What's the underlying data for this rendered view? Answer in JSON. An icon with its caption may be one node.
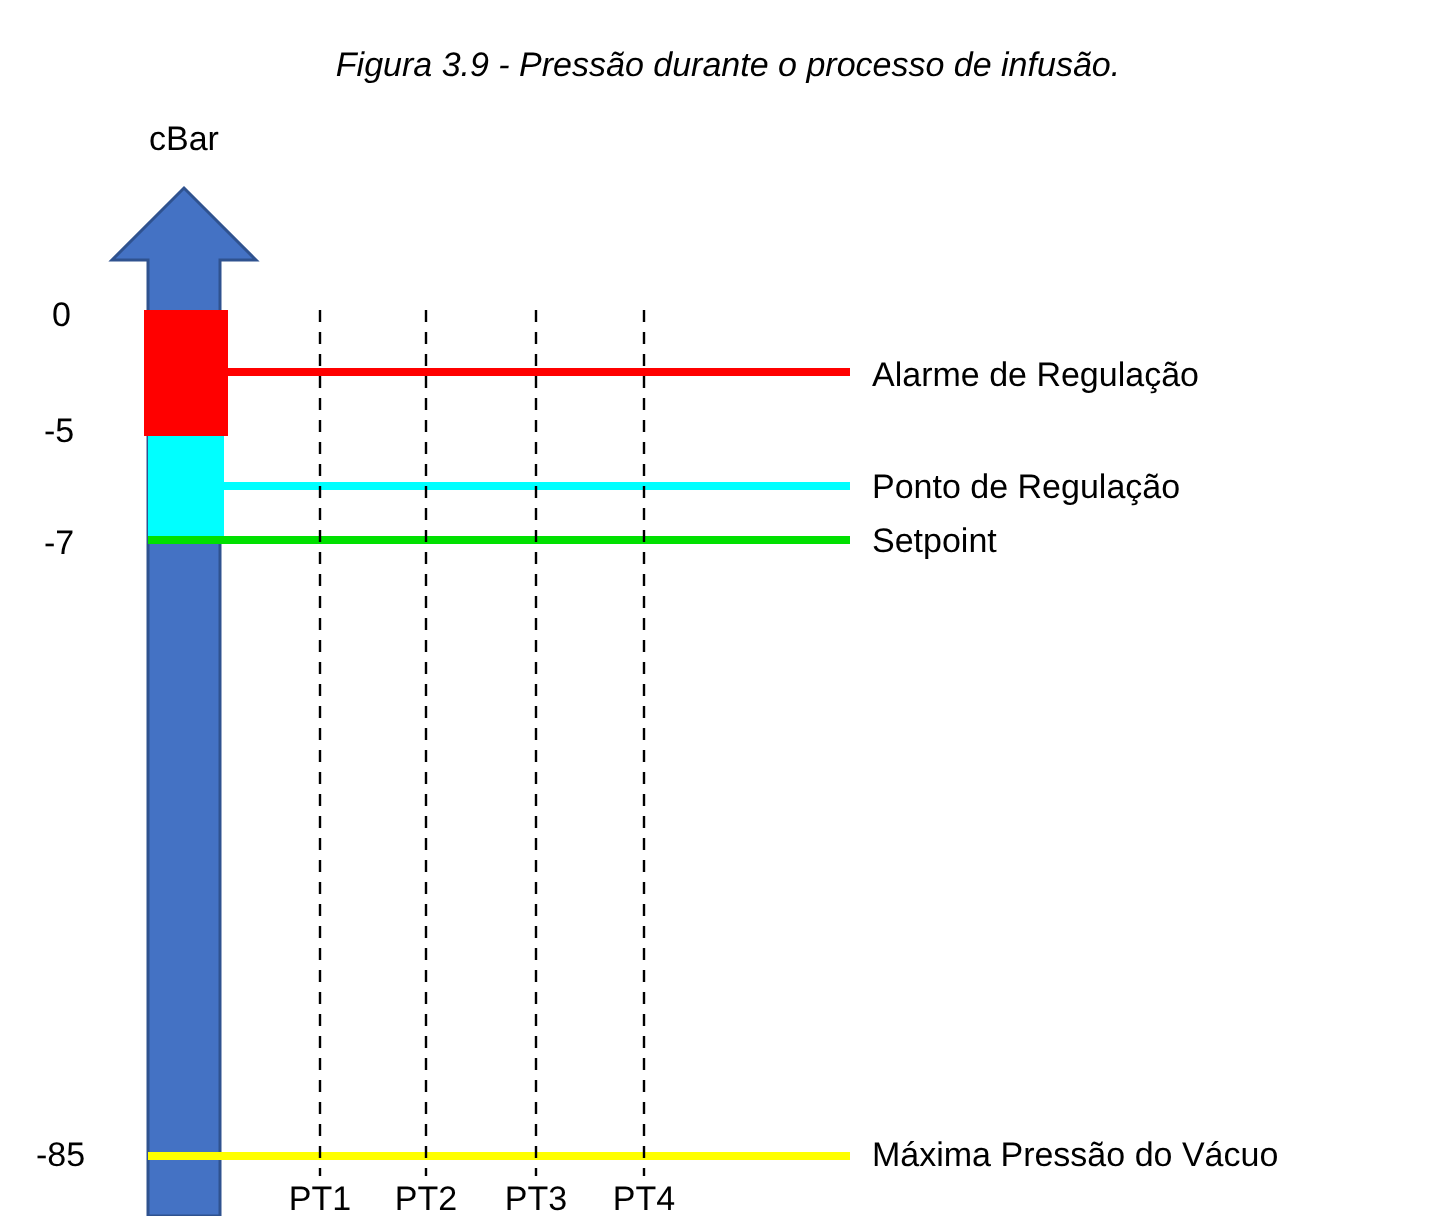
{
  "diagram": {
    "caption": "Figura 3.9 - Pressão durante o processo de infusão.",
    "labels": [
      "cBar",
      "0",
      "-5",
      "-7",
      "-85",
      "Alarme de Regulação",
      "Ponto de Regulação",
      "Setpoint",
      "Máxima Pressão do Vácuo",
      "PT1",
      "PT2",
      "PT3",
      "PT4"
    ]
  }
}
